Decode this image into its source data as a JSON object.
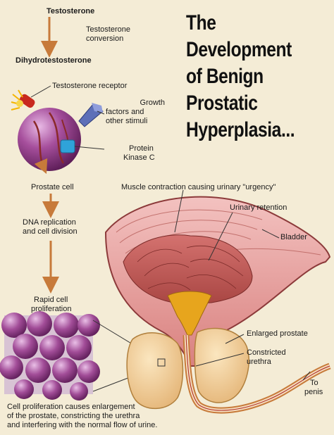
{
  "title": {
    "line1": "The",
    "line2": "Development",
    "line3": "of Benign",
    "line4": "Prostatic",
    "line5": "Hyperplasia..."
  },
  "labels": {
    "testosterone": "Testosterone",
    "conversion_1": "Testosterone",
    "conversion_2": "conversion",
    "dht": "Dihydrotestosterone",
    "receptor": "Testosterone receptor",
    "growth_1": "Growth",
    "growth_2": "factors and",
    "growth_3": "other stimuli",
    "pkc_1": "Protein",
    "pkc_2": "Kinase C",
    "prostate_cell": "Prostate cell",
    "dna_1": "DNA replication",
    "dna_2": "and cell division",
    "rapid_1": "Rapid cell",
    "rapid_2": "proliferation",
    "muscle": "Muscle contraction causing urinary \"urgency\"",
    "retention": "Urinary retention",
    "bladder": "Bladder",
    "enlarged": "Enlarged prostate",
    "constricted_1": "Constricted",
    "constricted_2": "urethra",
    "penis_1": "To",
    "penis_2": "penis"
  },
  "caption": {
    "line1": "Cell proliferation causes enlargement",
    "line2": "of the prostate, constricting the urethra",
    "line3": "and interfering with the normal flow of urine."
  },
  "colors": {
    "background": "#f4ecd6",
    "cell": "#9b3f8f",
    "bladder": "#e29a98",
    "prostate": "#f2cf96",
    "arrow": "#c77a3a"
  }
}
